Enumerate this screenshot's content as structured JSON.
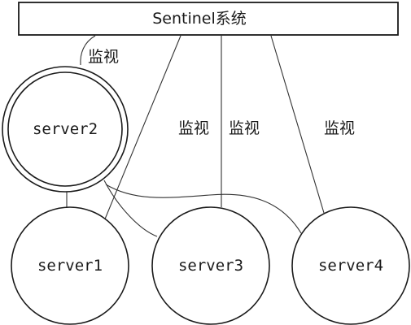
{
  "sentinel": {
    "label": "Sentinel系统"
  },
  "servers": [
    {
      "id": "server2",
      "label": "server2",
      "role": "master-offline"
    },
    {
      "id": "server1",
      "label": "server1"
    },
    {
      "id": "server3",
      "label": "server3"
    },
    {
      "id": "server4",
      "label": "server4"
    }
  ],
  "monitor_labels": {
    "server2": "监视",
    "server1": "监视",
    "server3": "监视",
    "server4": "监视"
  },
  "colors": {
    "stroke": "#1a1a1a",
    "background": "#ffffff"
  }
}
